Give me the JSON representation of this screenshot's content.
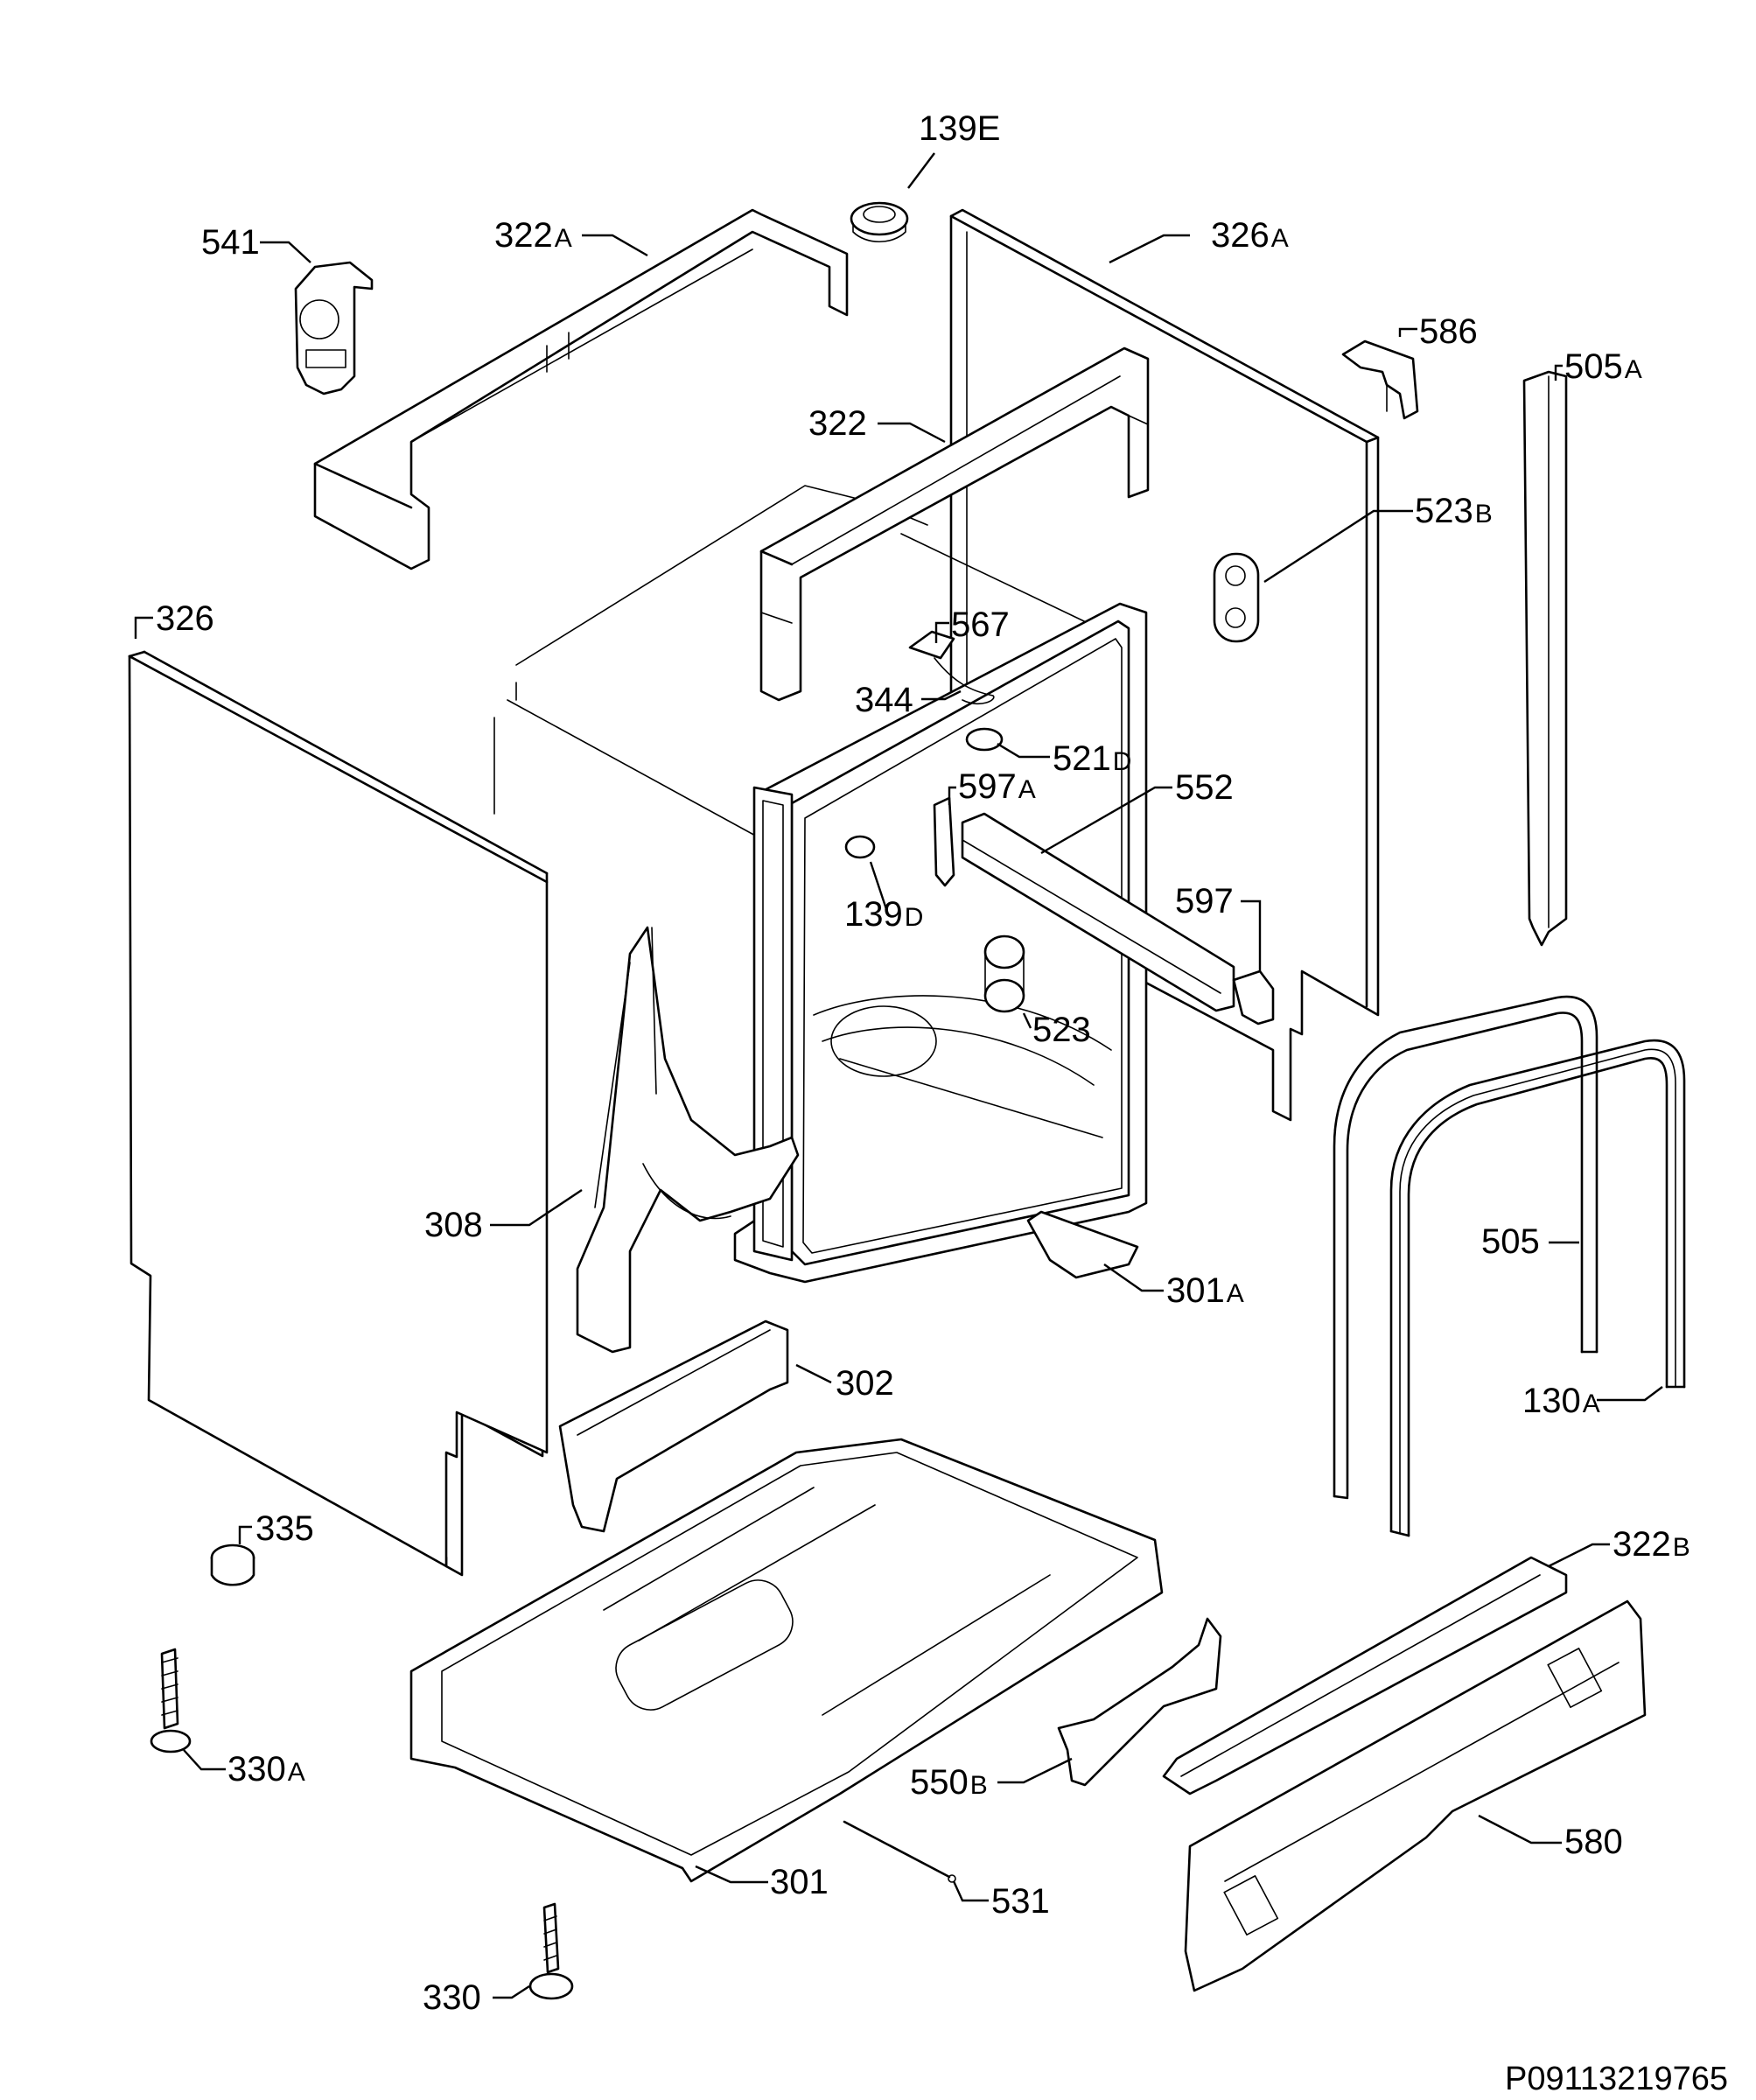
{
  "labels": {
    "l139E": "139E",
    "l541": "541",
    "l322A_n": "322",
    "l322A_s": "A",
    "l326A_n": "326",
    "l326A_s": "A",
    "l586": "586",
    "l505A_n": "505",
    "l505A_s": "A",
    "l322": "322",
    "l523B_n": "523",
    "l523B_s": "B",
    "l326": "326",
    "l567": "567",
    "l344": "344",
    "l521D_n": "521",
    "l521D_s": "D",
    "l597A_n": "597",
    "l597A_s": "A",
    "l552": "552",
    "l597": "597",
    "l139D_n": "139",
    "l139D_s": "D",
    "l523": "523",
    "l308": "308",
    "l505": "505",
    "l301A_n": "301",
    "l301A_s": "A",
    "l302": "302",
    "l130A_n": "130",
    "l130A_s": "A",
    "l335": "335",
    "l322B_n": "322",
    "l322B_s": "B",
    "l330A_n": "330",
    "l330A_s": "A",
    "l550B_n": "550",
    "l550B_s": "B",
    "l580": "580",
    "l301": "301",
    "l531": "531",
    "l330": "330"
  },
  "drawing_code": "P09113219765"
}
